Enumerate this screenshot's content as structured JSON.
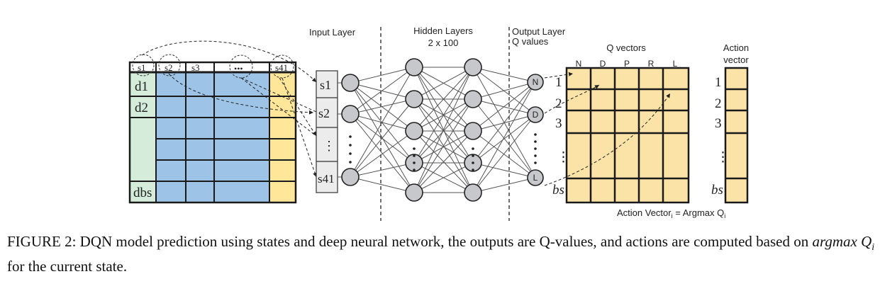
{
  "labels": {
    "input_layer": "Input Layer",
    "hidden_layers": "Hidden Layers",
    "hidden_size": "2 x 100",
    "output_layer": "Output Layer",
    "q_values": "Q values",
    "q_vectors": "Q vectors",
    "action": "Action",
    "vector": "vector",
    "action_formula": "Action Vector",
    "action_formula_sub": "i",
    "action_formula_rhs": " = Argmax Q",
    "action_formula_rhs_sub": "i"
  },
  "state_table": {
    "header": [
      "s1",
      "s2",
      "s3",
      "•••",
      "s41"
    ],
    "rows": [
      "d1",
      "d2",
      "",
      "",
      "",
      "dbs"
    ]
  },
  "input_cells": [
    "s1",
    "s2",
    "⋮",
    "s41"
  ],
  "output_nodes": [
    "N",
    "D",
    "L"
  ],
  "q_columns": [
    "N",
    "D",
    "P",
    "R",
    "L"
  ],
  "q_rows": [
    "1",
    "2",
    "3",
    "⋮",
    "bs"
  ],
  "action_rows": [
    "1",
    "2",
    "3",
    "⋮",
    "bs"
  ],
  "caption": {
    "text": "FIGURE 2: DQN model prediction using states and deep neural network, the outputs are Q-values, and actions are computed based on ",
    "math": "argmax Q",
    "math_sub": "i",
    "tail": " for the current state."
  },
  "colors": {
    "state_green": "#d4ecd9",
    "state_blue": "#9dc3e6",
    "state_yellow": "#ffe699",
    "q_fill": "#fbe3a8",
    "node_gray": "#c6c8cb",
    "input_cell": "#ececec"
  }
}
